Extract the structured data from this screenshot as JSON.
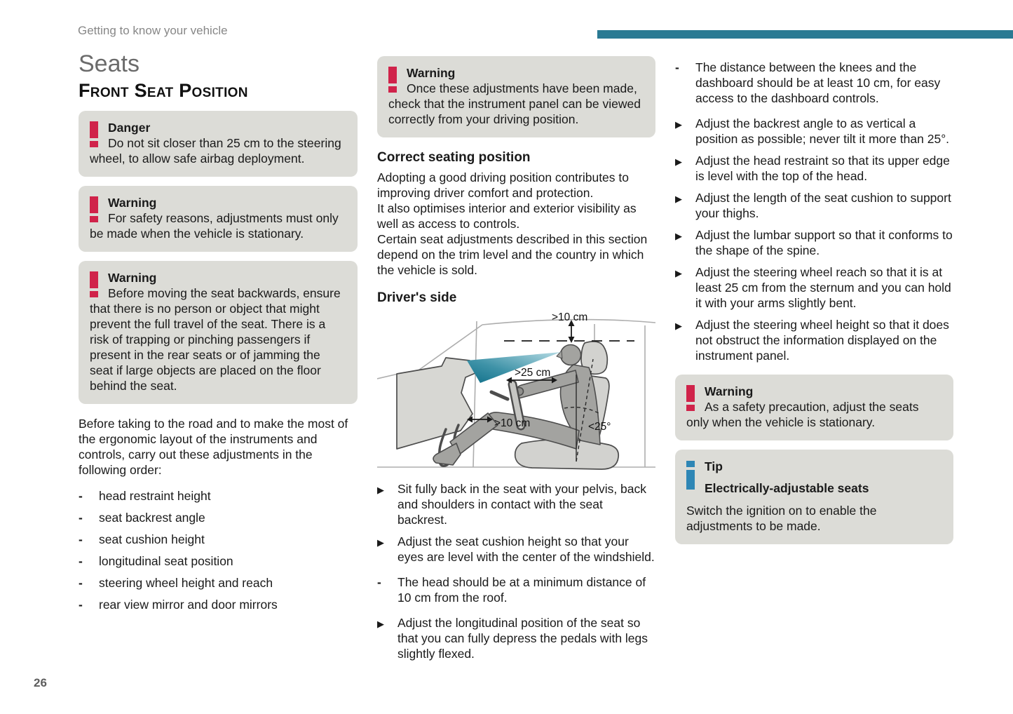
{
  "page": {
    "breadcrumb": "Getting to know your vehicle",
    "title": "Seats",
    "section_title": "Front Seat Position",
    "page_number": "26"
  },
  "colors": {
    "accent_teal": "#2a7a93",
    "warning_red": "#d0234a",
    "tip_blue": "#2e86b5",
    "box_background": "#dcdcd7",
    "view_cone_dark": "#11708a",
    "view_cone_light": "#b5dbe4"
  },
  "icons": {
    "bullet_arrow": "▶",
    "bullet_dash": "-"
  },
  "left_column": {
    "boxes": [
      {
        "title": "Danger",
        "text": "Do not sit closer than 25 cm to the steering wheel, to allow safe airbag deployment."
      },
      {
        "title": "Warning",
        "text": "For safety reasons, adjustments must only be made when the vehicle is stationary."
      },
      {
        "title": "Warning",
        "text": "Before moving the seat backwards, ensure that there is no person or object that might prevent the full travel of the seat. There is a risk of trapping or pinching passengers if present in the rear seats or of jamming the seat if large objects are placed on the floor behind the seat."
      }
    ],
    "intro": "Before taking to the road and to make the most of the ergonomic layout of the instruments and controls, carry out these adjustments in the following order:",
    "adjustments": [
      "head restraint height",
      "seat backrest angle",
      "seat cushion height",
      "longitudinal seat position",
      "steering wheel height and reach",
      "rear view mirror and door mirrors"
    ]
  },
  "middle_column": {
    "warning_box": {
      "title": "Warning",
      "text": "Once these adjustments have been made, check that the instrument panel can be viewed correctly from your driving position."
    },
    "heading1": "Correct seating position",
    "paragraphs": [
      "Adopting a good driving position contributes to improving driver comfort and protection.",
      "It also optimises interior and exterior visibility as well as access to controls.",
      "Certain seat adjustments described in this section depend on the trim level and the country in which the vehicle is sold."
    ],
    "heading2": "Driver's side",
    "diagram": {
      "roof_clearance": ">10 cm",
      "sternum_distance": ">25 cm",
      "knee_clearance": ">10 cm",
      "backrest_angle": "<25°"
    },
    "steps": [
      {
        "bullet": "arrow",
        "text": "Sit fully back in the seat with your pelvis, back and shoulders in contact with the seat backrest."
      },
      {
        "bullet": "arrow",
        "text": "Adjust the seat cushion height so that your eyes are level with the center of the windshield."
      },
      {
        "bullet": "dash",
        "text": "The head should be at a minimum distance of 10 cm from the roof."
      },
      {
        "bullet": "arrow",
        "text": "Adjust the longitudinal position of the seat so that you can fully depress the pedals with legs slightly flexed."
      }
    ]
  },
  "right_column": {
    "items": [
      {
        "bullet": "dash",
        "text": "The distance between the knees and the dashboard should be at least 10 cm, for easy access to the dashboard controls."
      },
      {
        "bullet": "arrow",
        "text": "Adjust the backrest angle to as vertical a position as possible; never tilt it more than 25°."
      },
      {
        "bullet": "arrow",
        "text": "Adjust the head restraint so that its upper edge is level with the top of the head."
      },
      {
        "bullet": "arrow",
        "text": "Adjust the length of the seat cushion to support your thighs."
      },
      {
        "bullet": "arrow",
        "text": "Adjust the lumbar support so that it conforms to the shape of the spine."
      },
      {
        "bullet": "arrow",
        "text": "Adjust the steering wheel reach so that it is at least 25 cm from the sternum and you can hold it with your arms slightly bent."
      },
      {
        "bullet": "arrow",
        "text": "Adjust the steering wheel height so that it does not obstruct the information displayed on the instrument panel."
      }
    ],
    "warning_box": {
      "title": "Warning",
      "text": "As a safety precaution, adjust the seats only when the vehicle is stationary."
    },
    "tip_box": {
      "title": "Tip",
      "subtitle": "Electrically-adjustable seats",
      "text": "Switch the ignition on to enable the adjustments to be made."
    }
  }
}
